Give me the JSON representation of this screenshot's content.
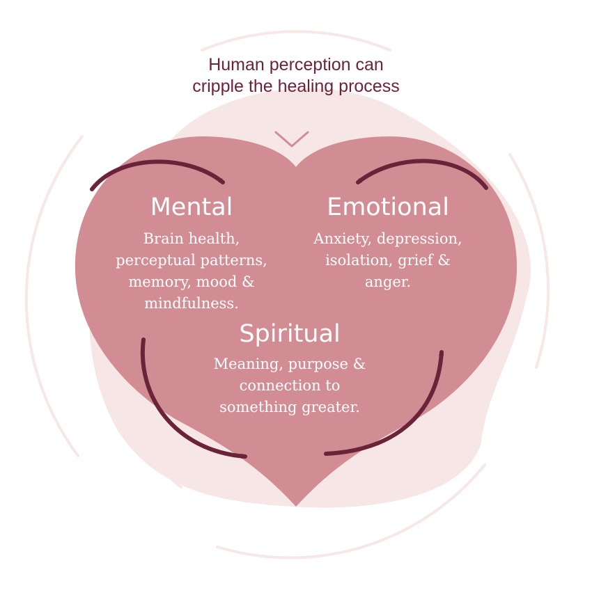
{
  "caption": "Human perception can cripple the healing process",
  "colors": {
    "heart": "#d28d94",
    "blob": "#f6e6e5",
    "ring": "#f4e3e1",
    "arrow": "#6b2339",
    "caption_text": "#6b2339",
    "label_text": "#ffffff"
  },
  "icons": [
    "chevron-down-icon",
    "cycle-arrow-icon"
  ],
  "sections": {
    "mental": {
      "heading": "Mental",
      "text": "Brain health, perceptual patterns, memory, mood & mindfulness."
    },
    "emotional": {
      "heading": "Emotional",
      "text": "Anxiety, depression, isolation, grief & anger."
    },
    "spiritual": {
      "heading": "Spiritual",
      "text": "Meaning, purpose & connection to something greater."
    }
  }
}
